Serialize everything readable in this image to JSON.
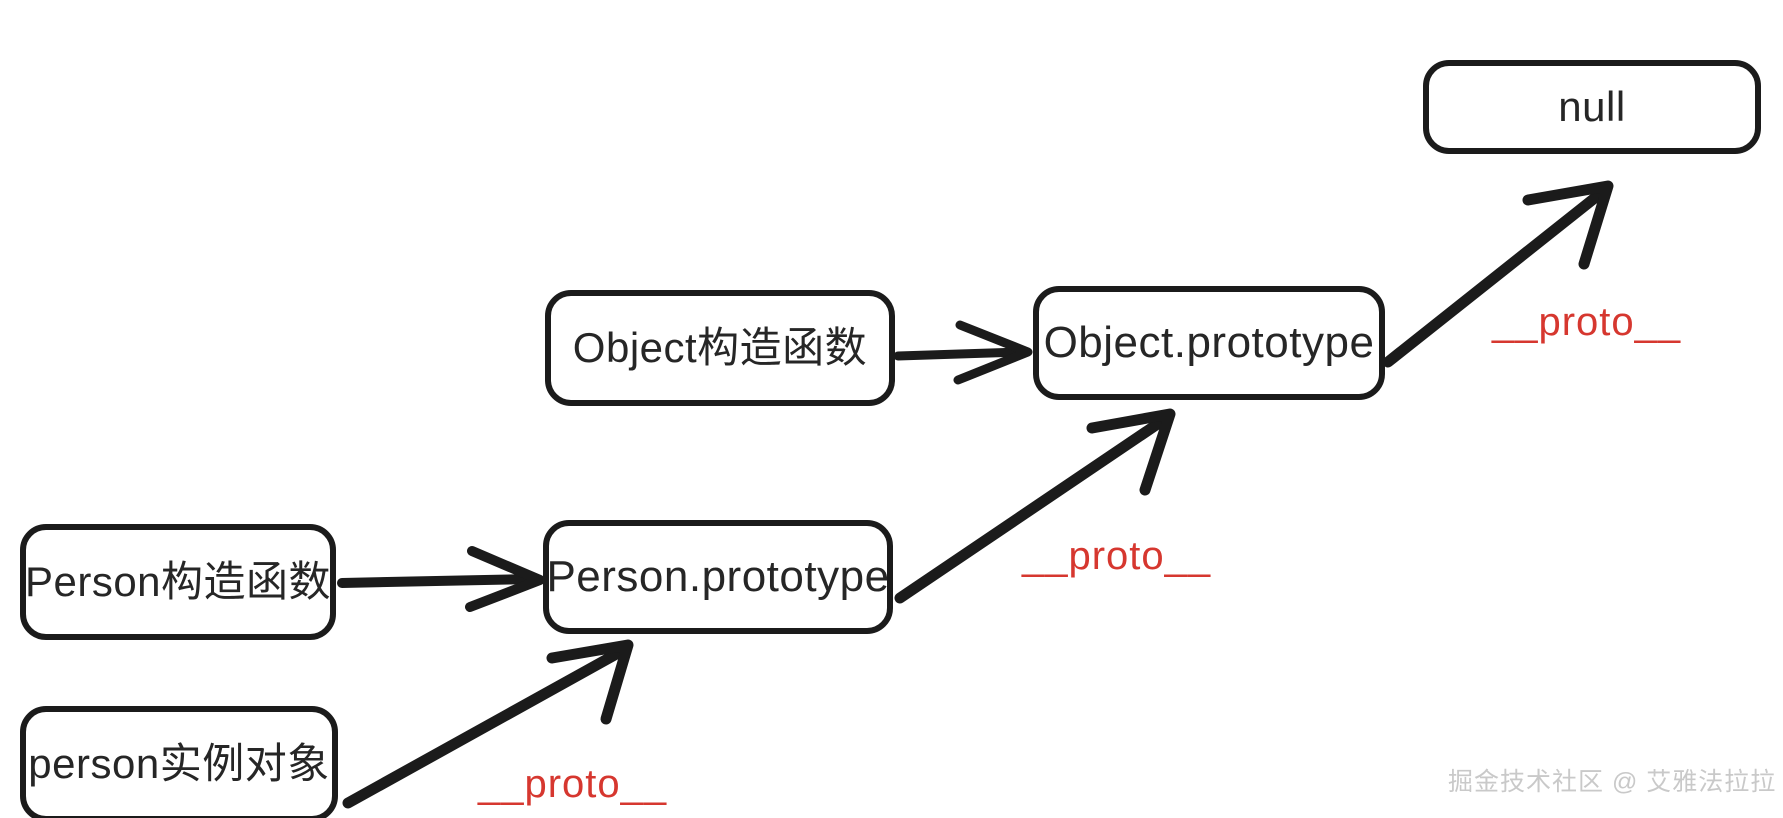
{
  "diagram": {
    "title": "JavaScript prototype chain diagram",
    "background_color": "#ffffff",
    "node_border_color": "#1b1b1b",
    "node_text_color": "#262626",
    "arrow_color": "#1b1b1b",
    "label_color": "#d6372f",
    "nodes": [
      {
        "id": "null",
        "label": "null"
      },
      {
        "id": "object-ctor",
        "label": "Object构造函数"
      },
      {
        "id": "object-prototype",
        "label": "Object.prototype"
      },
      {
        "id": "person-ctor",
        "label": "Person构造函数"
      },
      {
        "id": "person-prototype",
        "label": "Person.prototype"
      },
      {
        "id": "person-instance",
        "label": "person实例对象"
      }
    ],
    "edges": [
      {
        "id": "edge-object-ctor-to-object-prototype",
        "from": "object-ctor",
        "to": "object-prototype",
        "label": ""
      },
      {
        "id": "edge-person-ctor-to-person-prototype",
        "from": "person-ctor",
        "to": "person-prototype",
        "label": ""
      },
      {
        "id": "edge-object-prototype-to-null",
        "from": "object-prototype",
        "to": "null",
        "label": "__proto__"
      },
      {
        "id": "edge-person-prototype-to-object-prototype",
        "from": "person-prototype",
        "to": "object-prototype",
        "label": "__proto__"
      },
      {
        "id": "edge-person-instance-to-person-prototype",
        "from": "person-instance",
        "to": "person-prototype",
        "label": "__proto__"
      }
    ],
    "labels": {
      "proto_object_null": "__proto__",
      "proto_person_object": "__proto__",
      "proto_instance_person": "__proto__"
    },
    "watermark": "掘金技术社区 @ 艾雅法拉拉"
  }
}
